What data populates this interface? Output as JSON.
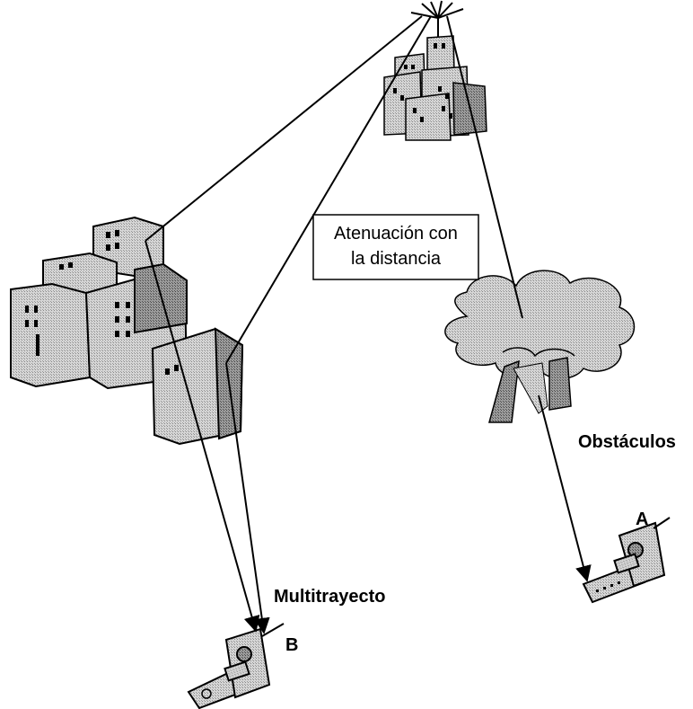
{
  "labels": {
    "attenuation_line1": "Atenuación con",
    "attenuation_line2": "la distancia",
    "obstacles": "Obstáculos",
    "multipath": "Multitrayecto",
    "phone_a": "A",
    "phone_b": "B"
  },
  "icons": {
    "tower": "antenna-tower-icon",
    "buildings": "building-cluster-icon",
    "tree": "tree-icon",
    "phone": "mobile-phone-icon"
  },
  "colors": {
    "ink": "#000000",
    "light_fill": "#d9d9d9",
    "mid_fill": "#a8a8a8",
    "dark_fill": "#6e6e6e"
  }
}
